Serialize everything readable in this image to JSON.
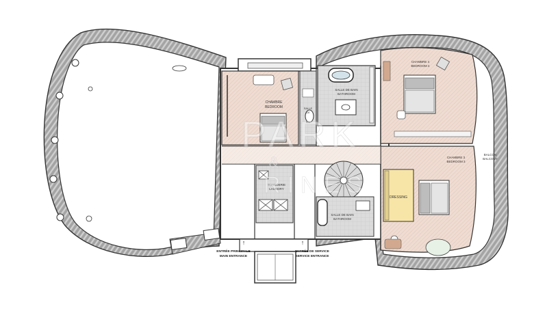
{
  "plan": {
    "watermark_line1": "PARK",
    "watermark_amp": "&",
    "watermark_line2": "RINES"
  },
  "rooms": {
    "chambre": "CHAMBRE",
    "bedroom": "BEDROOM",
    "chambre4": "CHAMBRE 4",
    "bedroom4": "BEDROOM 4",
    "chambre3": "CHAMBRE 3",
    "bedroom3": "BEDROOM 3",
    "sdb_top_fr": "SALLE DE BAIN",
    "sdb_top_en": "BATHROOM",
    "sdb_bottom_fr": "SALLE DE BAIN",
    "sdb_bottom_en": "BATHROOM",
    "buanderie": "BUANDERIE",
    "laundry": "LAUNDRY",
    "dressing": "DRESSING",
    "balcon": "BALCON",
    "balcony": "BALCONY",
    "small_room_1": "SALLE",
    "small_room_2": "DE",
    "small_room_3": "BAI"
  },
  "entrances": {
    "main_fr": "ENTRÉE PRINCIPALE",
    "main_en": "MAIN ENTRANCE",
    "service_fr": "ENTRÉE DE SERVICE",
    "service_en": "SERVICE ENTRANCE",
    "arrow_glyph": "↑"
  },
  "colors": {
    "balcony_fill": "#9d9d9d",
    "balcony_stripe": "#d4d4d4",
    "wall": "#3a3a3a",
    "bedroom_floor": "#efdcd2",
    "bath_floor": "#d9d9d9",
    "dressing": "#f7e5a8",
    "stair": "#cfcfcf"
  }
}
